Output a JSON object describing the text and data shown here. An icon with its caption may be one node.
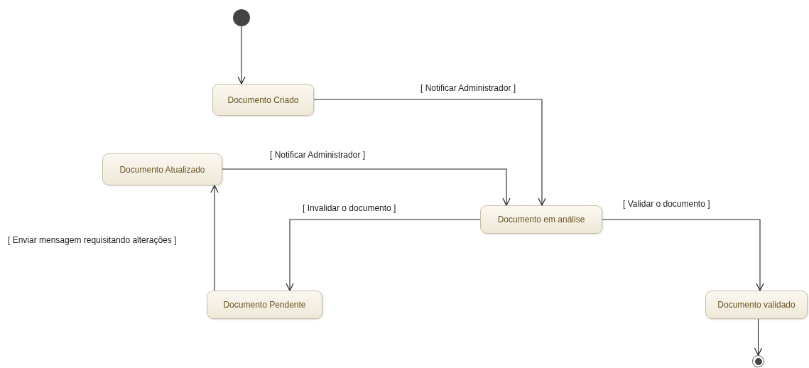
{
  "diagram": {
    "nodes": [
      {
        "text": [],
        "shape": "circle"
      },
      {
        "text": [
          "Documento Criado"
        ]
      },
      {
        "text": [
          "Documento Atualizado"
        ]
      },
      {
        "text": [
          "Documento em análise"
        ]
      },
      {
        "text": [
          "Documento Pendente"
        ]
      },
      {
        "text": [
          "Documento validado"
        ]
      },
      {
        "text": [],
        "shape": "circle"
      }
    ],
    "edges": [
      {
        "from": 0,
        "to": 1,
        "arrow": "to"
      },
      {
        "from": 1,
        "to": 3,
        "arrow": "to",
        "label": "[ Notificar Administrador ]"
      },
      {
        "from": 2,
        "to": 3,
        "arrow": "to",
        "label": "[ Notificar Administrador ]"
      },
      {
        "from": 3,
        "to": 4,
        "arrow": "to",
        "label": "[ Invalidar o documento ]"
      },
      {
        "from": 3,
        "to": 5,
        "arrow": "to",
        "label": "[ Validar o documento ]"
      },
      {
        "from": 4,
        "to": 2,
        "arrow": "to",
        "label": "[ Enviar mensagem requisitando alterações ]"
      },
      {
        "from": 5,
        "to": 6,
        "arrow": "to"
      }
    ]
  }
}
